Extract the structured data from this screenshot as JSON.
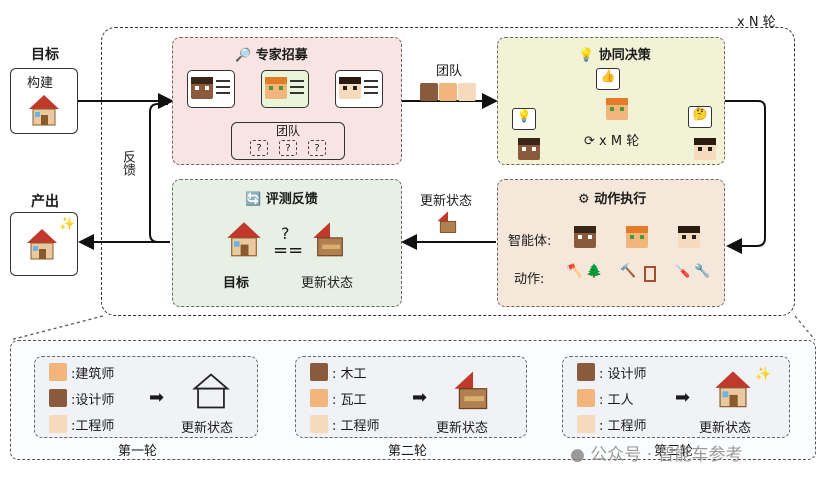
{
  "repeat_label": "x N 轮",
  "goal": {
    "title": "目标",
    "subtitle": "构建"
  },
  "output": {
    "title": "产出"
  },
  "feedback_side": "反馈",
  "recruit": {
    "title": "专家招募",
    "team": "团队",
    "placeholder": "?"
  },
  "team_arrow": "团队",
  "decision": {
    "title": "协同决策",
    "rounds": "x M 轮"
  },
  "evaluate": {
    "title": "评测反馈",
    "question": "?",
    "equals": "==",
    "goal_label": "目标",
    "state_label": "更新状态"
  },
  "update_arrow": "更新状态",
  "action": {
    "title": "动作执行",
    "agents_label": "智能体:",
    "actions_label": "动作:"
  },
  "rounds": [
    {
      "roles": [
        ":建筑师",
        ":设计师",
        ":工程师"
      ],
      "state": "更新状态",
      "caption": "第一轮"
    },
    {
      "roles": [
        ": 木工",
        ": 瓦工",
        ": 工程师"
      ],
      "state": "更新状态",
      "caption": "第二轮"
    },
    {
      "roles": [
        ": 设计师",
        ": 工人",
        ": 工程师"
      ],
      "state": "更新状态",
      "caption": "第三轮"
    }
  ],
  "watermark": "公众号 · 智能车参考",
  "colors": {
    "recruit_bg": "#f9e4e4",
    "decision_bg": "#f2f3d6",
    "evaluate_bg": "#e8efe4",
    "action_bg": "#f5e7d9",
    "round_bg": "#f0f2f5"
  }
}
